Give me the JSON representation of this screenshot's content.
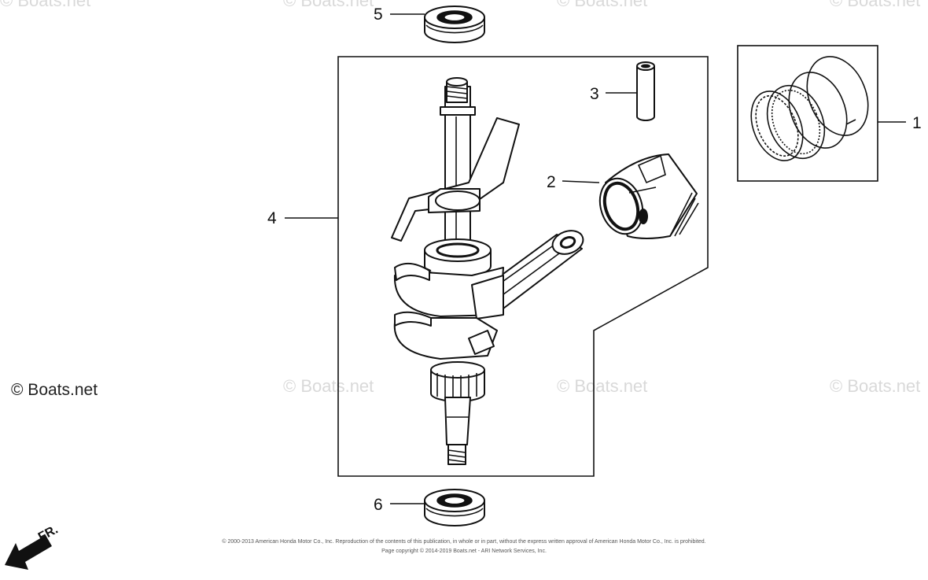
{
  "watermarks": {
    "brand": "© Boats.net",
    "main": "© Boats.net"
  },
  "callouts": {
    "piston_ring_set": "1",
    "piston": "2",
    "piston_pin": "3",
    "crankshaft_assembly": "4",
    "oil_seal_upper": "5",
    "oil_seal_lower": "6"
  },
  "orientation": {
    "front_label": "FR."
  },
  "footer": {
    "line1": "© 2000-2013 American Honda Motor Co., Inc. Reproduction of the contents of this publication, in whole or in part, without the express written approval of American Honda Motor Co., Inc. is prohibited.",
    "line2": "Page copyright © 2014-2019 Boats.net - ARI Network Services, Inc."
  }
}
